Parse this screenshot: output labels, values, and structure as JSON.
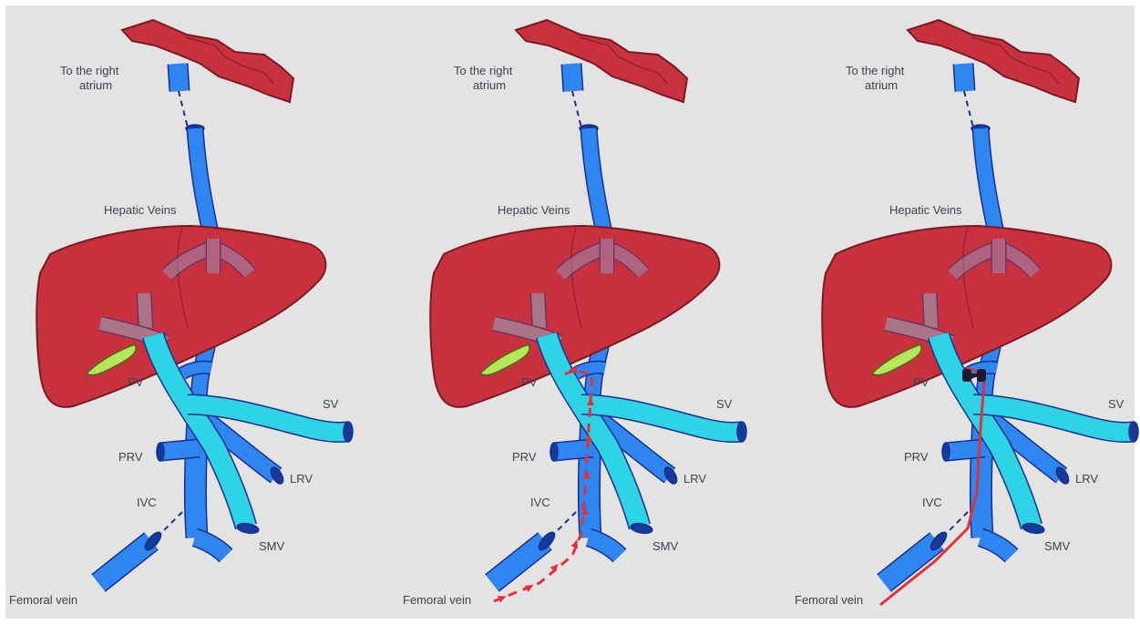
{
  "palette": {
    "background": "#e3e3e3",
    "liver": "#c8323e",
    "liver_outline": "#7a1a23",
    "vein_blue": "#2f86f0",
    "portal_cyan": "#2fd3e6",
    "vessel_outline": "#1a2f8a",
    "gallbladder": "#b8e65a",
    "catheter": "#e0323c",
    "clamp": "#1b1b2b",
    "label_text": "#3a4353"
  },
  "panels": [
    {
      "labels": {
        "atrium_1": "To the right",
        "atrium_2": "atrium",
        "hepatic": "Hepatic Veins",
        "pv": "PV",
        "sv": "SV",
        "prv": "PRV",
        "lrv": "LRV",
        "ivc": "IVC",
        "smv": "SMV",
        "femoral": "Femoral vein"
      },
      "catheter": "none"
    },
    {
      "labels": {
        "atrium_1": "To the right",
        "atrium_2": "atrium",
        "hepatic": "Hepatic Veins",
        "pv": "PV",
        "sv": "SV",
        "prv": "PRV",
        "lrv": "LRV",
        "ivc": "IVC",
        "smv": "SMV",
        "femoral": "Femoral vein"
      },
      "catheter": "arrows"
    },
    {
      "labels": {
        "atrium_1": "To the right",
        "atrium_2": "atrium",
        "hepatic": "Hepatic Veins",
        "pv": "PV",
        "sv": "SV",
        "prv": "PRV",
        "lrv": "LRV",
        "ivc": "IVC",
        "smv": "SMV",
        "femoral": "Femoral vein"
      },
      "catheter": "line-with-clamp"
    }
  ]
}
